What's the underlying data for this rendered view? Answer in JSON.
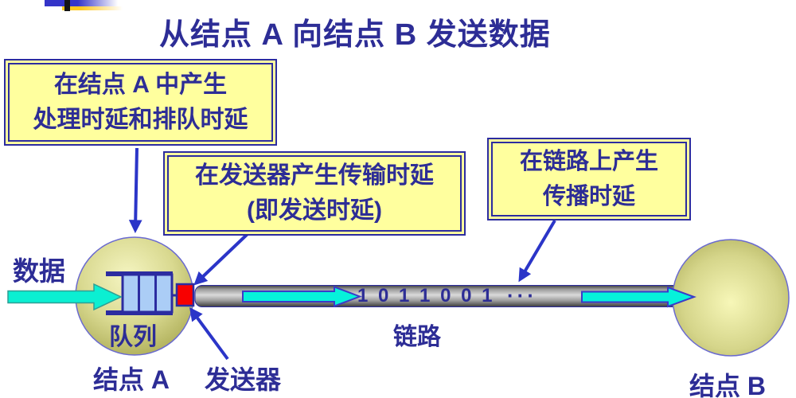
{
  "title": "从结点 A 向结点 B 发送数据",
  "callouts": {
    "node_a_delay": {
      "line1": "在结点 A 中产生",
      "line2": "处理时延和排队时延"
    },
    "transmission_delay": {
      "line1": "在发送器产生传输时延",
      "line2": "(即发送时延)"
    },
    "propagation_delay": {
      "line1": "在链路上产生",
      "line2": "传播时延"
    }
  },
  "labels": {
    "data": "数据",
    "queue": "队列",
    "node_a": "结点 A",
    "transmitter": "发送器",
    "link": "链路",
    "node_b": "结点 B",
    "bits": "1 0 1 1 0 0 1",
    "ellipsis": "···"
  },
  "colors": {
    "text_blue": "#2D2D96",
    "border_blue": "#2C2CA0",
    "pointer_arrow_blue": "#2B35C8",
    "callout_yellow": "#FFFF9E",
    "node_fill_inner": "#F4F4BE",
    "node_fill_outer": "#ADAD58",
    "cyan_arrow": "#0BEFD2",
    "transmitter_red": "#F80000",
    "queue_cell_blue": "#ABCDF6",
    "pipe_gray": "#DADADA"
  }
}
